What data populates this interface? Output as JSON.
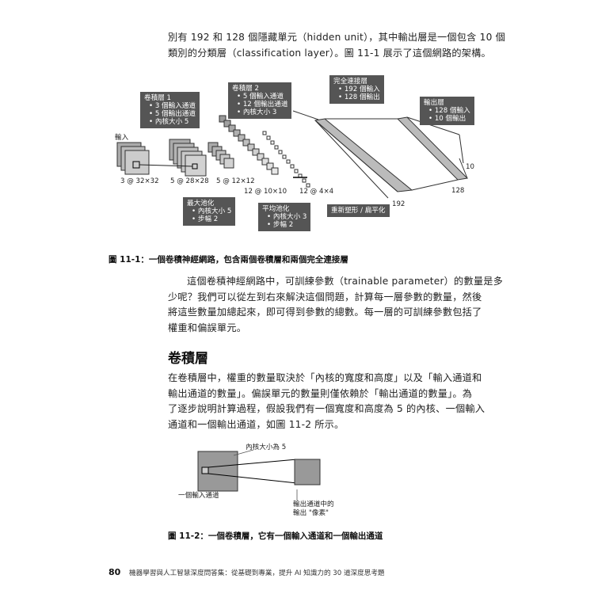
{
  "intro": {
    "line1": "別有 192 和 128 個隱藏單元（hidden unit），其中輸出層是一個包含 10 個",
    "line2": "類別的分類層（classification layer）。圖 11-1 展示了這個網路的架構。"
  },
  "figure1": {
    "input_label": "輸入",
    "conv1": {
      "title": "卷積層 1",
      "items": [
        "3 個輸入通道",
        "5 個輸出通道",
        "內核大小 5"
      ]
    },
    "conv2": {
      "title": "卷積層 2",
      "items": [
        "5 個輸入通道",
        "12 個輸出通道",
        "內核大小 3"
      ]
    },
    "fc": {
      "title": "完全連接層",
      "items": [
        "192 個輸入",
        "128 個輸出"
      ]
    },
    "out": {
      "title": "輸出層",
      "items": [
        "128 個輸入",
        "10 個輸出"
      ]
    },
    "maxpool": {
      "title": "最大池化",
      "items": [
        "內核大小 5",
        "步幅 2"
      ]
    },
    "avgpool": {
      "title": "平均池化",
      "items": [
        "內核大小 3",
        "步幅 2"
      ]
    },
    "reshape": "重新塑形 / 扁平化",
    "dims": {
      "d1": "3 @ 32×32",
      "d2": "5 @ 28×28",
      "d3": "5 @ 12×12",
      "d4": "12 @ 10×10",
      "d5": "12 @ 4×4",
      "d6": "192",
      "d7": "128",
      "d8": "10"
    },
    "caption": "圖 11-1：一個卷積神經網路，包含兩個卷積層和兩個完全連接層"
  },
  "para2": {
    "line1": "這個卷積神經網路中，可訓練參數（trainable parameter）的數量是多",
    "line2": "少呢？我們可以從左到右來解決這個問題，計算每一層參數的數量，然後",
    "line3": "將這些數量加總起來，即可得到參數的總數。每一層的可訓練參數包括了",
    "line4": "權重和偏誤單元。"
  },
  "section_heading": "卷積層",
  "para3": {
    "line1": "在卷積層中，權重的數量取決於「內核的寬度和高度」以及「輸入通道和",
    "line2": "輸出通道的數量」。偏誤單元的數量則僅依賴於「輸出通道的數量」。為",
    "line3": "了逐步說明計算過程，假設我們有一個寬度和高度為 5 的內核、一個輸入",
    "line4": "通道和一個輸出通道，如圖 11-2 所示。"
  },
  "figure2": {
    "kernel_label": "內核大小為 5",
    "input_label": "一個輸入通道",
    "output_label_1": "輸出通道中的",
    "output_label_2": "輸出 \"像素\"",
    "caption": "圖 11-2：一個卷積層，它有一個輸入通道和一個輸出通道"
  },
  "footer": {
    "page_number": "80",
    "book_title": "機器學習與人工智慧深度問答集：從基礎到專業，提升 AI 知識力的 30 道深度思考題"
  }
}
